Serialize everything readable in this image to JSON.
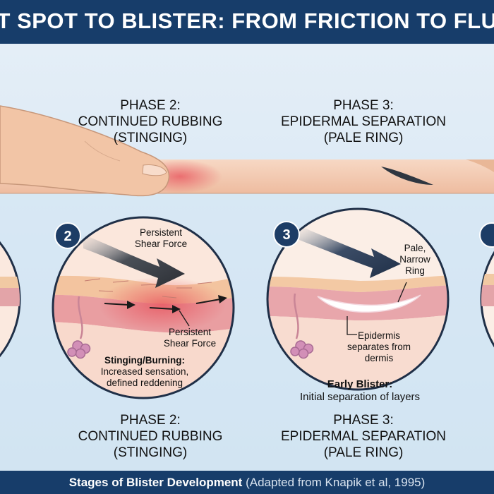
{
  "header": {
    "title": "T SPOT TO BLISTER: FROM FRICTION TO FLU"
  },
  "phase2": {
    "label_line1": "PHASE 2:",
    "label_line2": "CONTINUED RUBBING",
    "label_line3": "(STINGING)",
    "badge": "2",
    "arrow_label_top": "Persistent\nShear Force",
    "arrow_label_bottom": "Persistent\nShear Force",
    "caption_title": "Stinging/Burning:",
    "caption_body": "Increased sensation,\ndefined reddening"
  },
  "phase3": {
    "label_line1": "PHASE 3:",
    "label_line2": "EPIDERMAL SEPARATION",
    "label_line3": "(PALE RING)",
    "badge": "3",
    "ring_label": "Pale,\nNarrow\nRing",
    "separation_label": "Epidermis\nseparates from\ndermis",
    "caption_title": "Early Blister:",
    "caption_body": "Initial separation of layers"
  },
  "footer": {
    "title": "Stages of Blister Development",
    "source": "(Adapted from Knapik et al, 1995)"
  },
  "colors": {
    "header_bg": "#173d6a",
    "skin": "#f2c9ad",
    "redness": "#e8656a",
    "badge": "#1d3d66"
  }
}
